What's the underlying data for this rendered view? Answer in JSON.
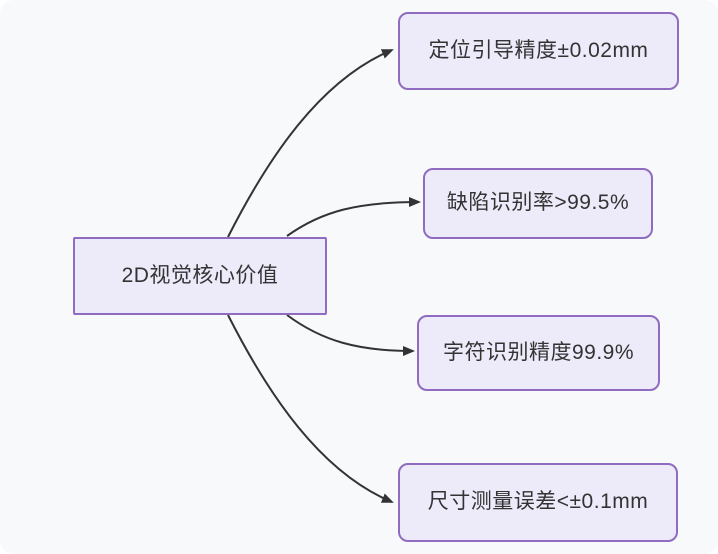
{
  "page": {
    "background": "#ffffff"
  },
  "canvas": {
    "background": "#f8f9fa"
  },
  "colors": {
    "canvas_bg": "#f8f9fa",
    "node_fill": "#edeafa",
    "node_border": "#8f6cc0",
    "node_text": "#333333",
    "edge": "#333333"
  },
  "diagram": {
    "type": "flowchart-left-to-right",
    "root": {
      "label": "2D视觉核心价值"
    },
    "branches": [
      {
        "label": "定位引导精度±0.02mm"
      },
      {
        "label": "缺陷识别率>99.5%"
      },
      {
        "label": "字符识别精度99.9%"
      },
      {
        "label": "尺寸测量误差<±0.1mm"
      }
    ],
    "edges": [
      {
        "from": "root",
        "to": "branch-1",
        "style": "curved-arrow"
      },
      {
        "from": "root",
        "to": "branch-2",
        "style": "curved-arrow"
      },
      {
        "from": "root",
        "to": "branch-3",
        "style": "curved-arrow"
      },
      {
        "from": "root",
        "to": "branch-4",
        "style": "curved-arrow"
      }
    ]
  }
}
